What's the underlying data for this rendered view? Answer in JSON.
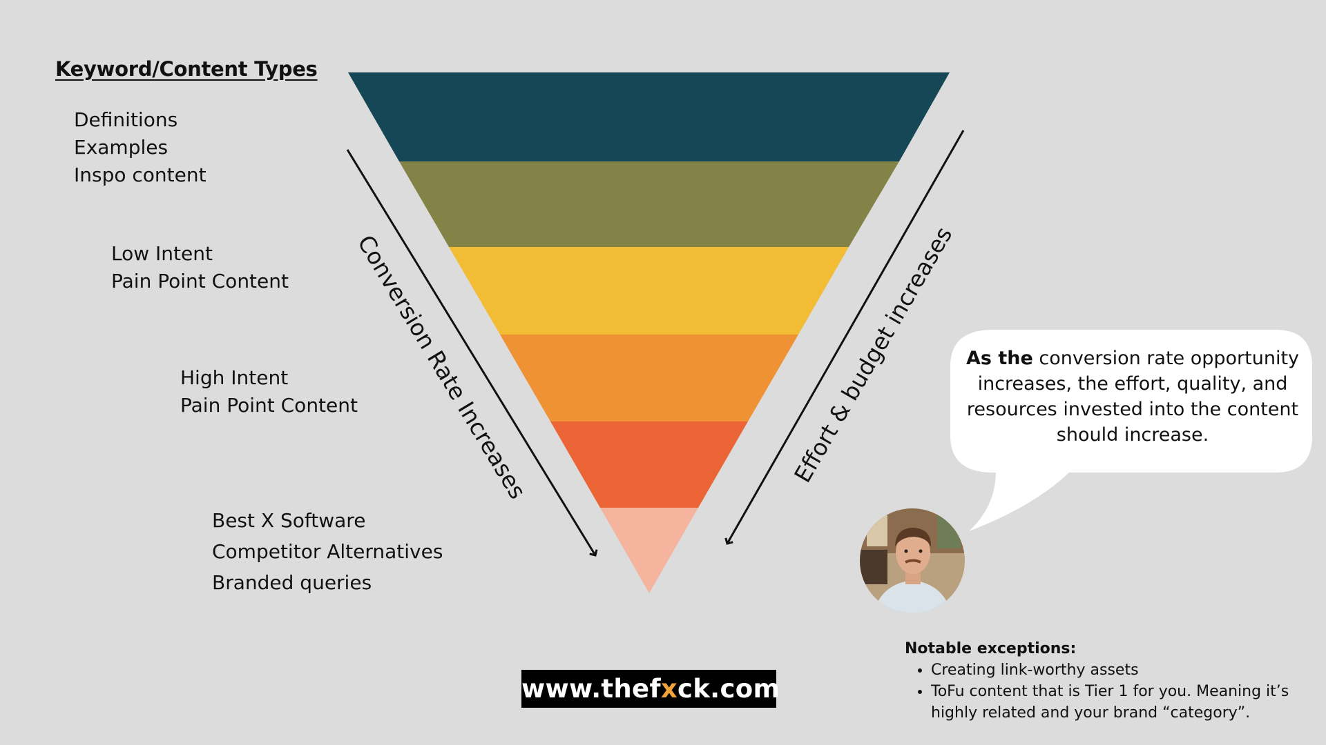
{
  "heading": "Keyword/Content Types",
  "content_groups": [
    {
      "lines": [
        "Definitions",
        "Examples",
        "Inspo content"
      ]
    },
    {
      "lines": [
        "Low Intent",
        "Pain Point Content"
      ]
    },
    {
      "lines": [
        "High Intent",
        "Pain Point Content"
      ]
    },
    {
      "lines": [
        "Best X Software",
        "Competitor Alternatives",
        "Branded queries"
      ]
    }
  ],
  "funnel": {
    "tier_colors": [
      "#154757",
      "#848347",
      "#f2bd35",
      "#ee9233",
      "#ea6436",
      "#f4b49d"
    ]
  },
  "arrows": {
    "left_label": "Conversion Rate Increases",
    "right_label": "Effort & budget increases"
  },
  "speech_bubble": {
    "bold_text": "As the",
    "text": " conversion rate opportunity increases, the effort, quality, and resources invested into the content should increase."
  },
  "exceptions": {
    "title": "Notable exceptions:",
    "items": [
      "Creating link-worthy assets",
      "ToFu content that is Tier 1 for you. Meaning it’s highly related and your brand “category”."
    ]
  },
  "url": {
    "prefix": "www.thef",
    "accent": "x",
    "suffix": "ck.com",
    "accent_color": "#f2a33a"
  }
}
